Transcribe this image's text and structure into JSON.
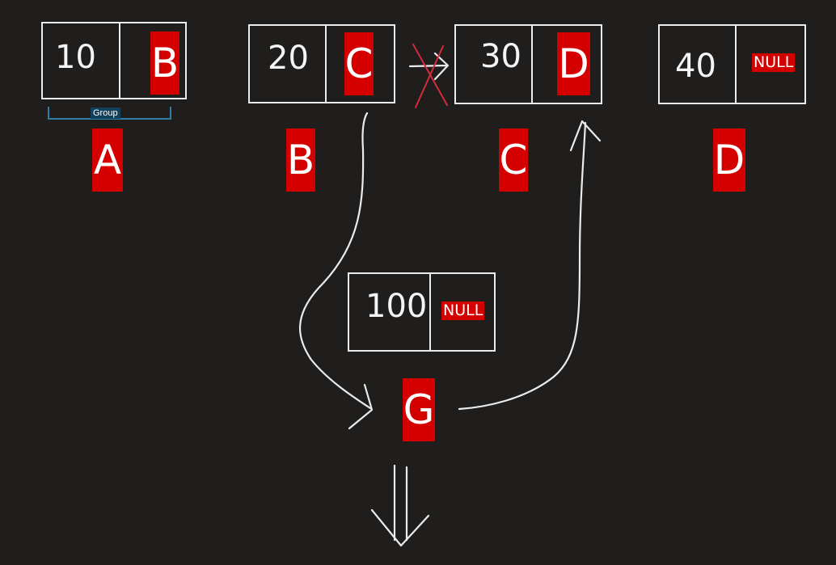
{
  "nodes": [
    {
      "id": "A",
      "value": "10",
      "next": "B"
    },
    {
      "id": "B",
      "value": "20",
      "next": "C"
    },
    {
      "id": "C",
      "value": "30",
      "next": "D"
    },
    {
      "id": "D",
      "value": "40",
      "next": "NULL"
    },
    {
      "id": "G",
      "value": "100",
      "next": "NULL"
    }
  ],
  "group_label": "Group",
  "colors": {
    "background": "#1f1e1d",
    "pointer_fill": "#d40000",
    "stroke": "#ececec",
    "strike": "#d42a3a",
    "bracket": "#2e7ea6"
  }
}
